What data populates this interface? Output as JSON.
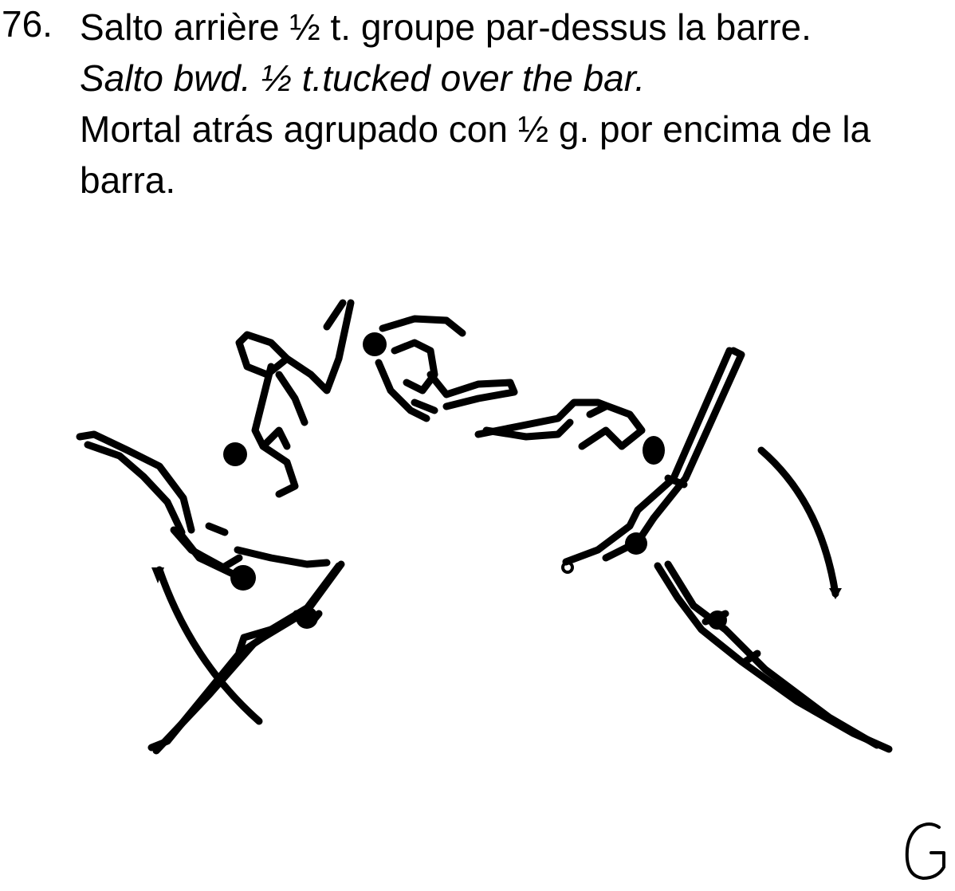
{
  "element": {
    "number": "76.",
    "text_fr": "Salto arrière ½ t. groupe par-dessus la barre.",
    "text_en": "Salto bwd. ½ t.tucked over the bar.",
    "text_es": "Mortal atrás agrupado con ½ g. por encima de la barra."
  },
  "difficulty_value": "G",
  "colors": {
    "ink": "#000000",
    "paper": "#ffffff"
  }
}
